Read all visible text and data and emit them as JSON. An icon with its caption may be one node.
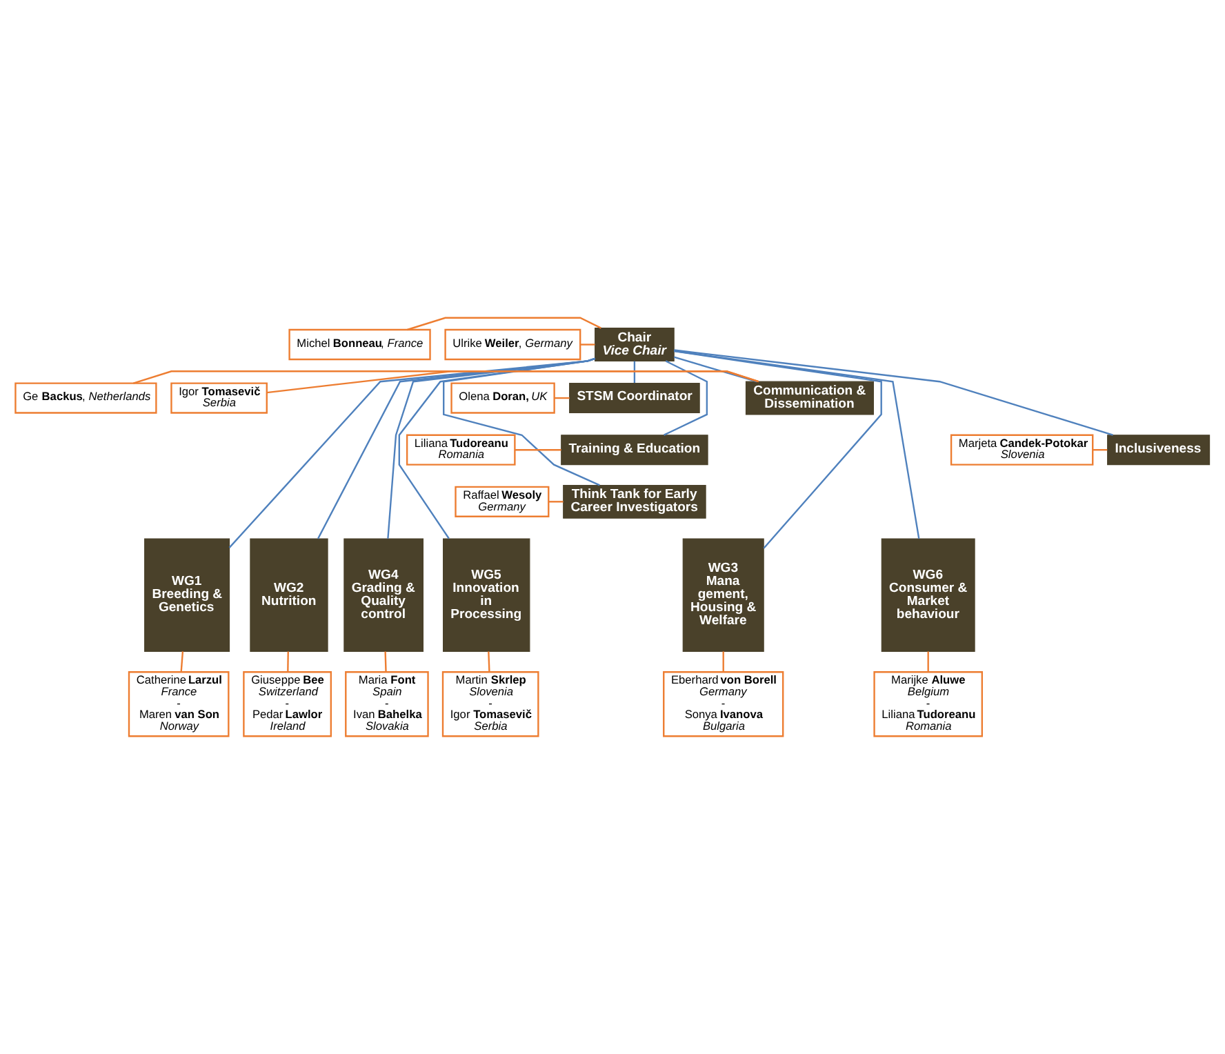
{
  "diagram": {
    "nodes": [
      {
        "text": [
          "Ulrike **Weiler**, *Germany*"
        ]
      },
      {
        "text": [
          "Chair",
          "*Vice Chair*"
        ]
      },
      {
        "text": [
          "Michel **Bonneau**, *France*"
        ]
      },
      {
        "text": [
          "Olena **Doran,** *UK*"
        ]
      },
      {
        "text": [
          "STSM Coordinator"
        ]
      },
      {
        "text": [
          "Ge **Backus**, *Netherlands*"
        ]
      },
      {
        "text": [
          "Communication & Dissemination"
        ]
      },
      {
        "text": [
          "Igor **Tomasevič**",
          "*Serbia*"
        ]
      },
      {
        "text": [
          "Liliana **Tudoreanu**",
          "*Romania*"
        ]
      },
      {
        "text": [
          "Training & Education"
        ]
      },
      {
        "text": [
          "Marjeta **Candek-Potokar**",
          "*Slovenia*"
        ]
      },
      {
        "text": [
          "Raffael **Wesoly**",
          "*Germany*"
        ]
      },
      {
        "text": [
          "Think Tank for Early Career Investigators"
        ]
      },
      {
        "text": [
          "Inclusiveness"
        ]
      },
      {
        "text": [
          "WG1",
          "Breeding & Genetics"
        ]
      },
      {
        "text": [
          "WG2",
          "Nutrition"
        ]
      },
      {
        "text": [
          "WG3",
          "Mana gement, Housing & Welfare"
        ]
      },
      {
        "text": [
          "WG4",
          "Grading & Quality control"
        ]
      },
      {
        "text": [
          "WG5",
          "Innovation in Processing"
        ]
      },
      {
        "text": [
          "WG6",
          "Consumer & Market behaviour"
        ]
      },
      {
        "text": [
          "Catherine **Larzul**",
          "*France*",
          "-",
          "Maren **van Son**",
          "*Norway*"
        ]
      },
      {
        "text": [
          "Giuseppe **Bee**",
          "*Switzerland*",
          "-",
          "Pedar **Lawlor**",
          "*Ireland*"
        ]
      },
      {
        "text": [
          "Eberhard **von Borell**",
          "*Germany*",
          "-",
          "Sonya **Ivanova**",
          "*Bulgaria*"
        ]
      },
      {
        "text": [
          "Maria **Font**",
          "*Spain*",
          "-",
          "Ivan **Bahelka**",
          "*Slovakia*"
        ]
      },
      {
        "text": [
          "Martin **Skrlep**",
          "*Slovenia*",
          "-",
          "Igor **Tomasevič**",
          "*Serbia*"
        ]
      },
      {
        "text": [
          "Marijke **Aluwe**",
          "*Belgium*",
          "-",
          "Liliana **Tudoreanu**",
          "*Romania*"
        ]
      }
    ],
    "edges": [
      {
        "from": 0,
        "to": 1,
        "arrow": "none"
      },
      {
        "from": 2,
        "to": 1,
        "arrow": "none"
      },
      {
        "from": 3,
        "to": 4,
        "arrow": "none"
      },
      {
        "from": 5,
        "to": 6,
        "arrow": "none"
      },
      {
        "from": 7,
        "to": 6,
        "arrow": "none"
      },
      {
        "from": 8,
        "to": 9,
        "arrow": "none"
      },
      {
        "from": 10,
        "to": 13,
        "arrow": "none"
      },
      {
        "from": 11,
        "to": 12,
        "arrow": "none"
      },
      {
        "from": 1,
        "to": 4,
        "arrow": "none",
        "color": "#4f81bd"
      },
      {
        "from": 1,
        "to": 6,
        "arrow": "none",
        "color": "#4f81bd"
      },
      {
        "from": 1,
        "to": 9,
        "arrow": "none",
        "color": "#4f81bd"
      },
      {
        "from": 1,
        "to": 12,
        "arrow": "none",
        "color": "#4f81bd"
      },
      {
        "from": 1,
        "to": 13,
        "arrow": "none",
        "color": "#4f81bd"
      },
      {
        "from": 1,
        "to": 14,
        "arrow": "none",
        "color": "#4f81bd"
      },
      {
        "from": 1,
        "to": 15,
        "arrow": "none",
        "color": "#4f81bd"
      },
      {
        "from": 1,
        "to": 16,
        "arrow": "none",
        "color": "#4f81bd"
      },
      {
        "from": 1,
        "to": 17,
        "arrow": "none",
        "color": "#4f81bd"
      },
      {
        "from": 1,
        "to": 18,
        "arrow": "none",
        "color": "#4f81bd"
      },
      {
        "from": 1,
        "to": 19,
        "arrow": "none",
        "color": "#4f81bd"
      },
      {
        "from": 14,
        "to": 20,
        "arrow": "none"
      },
      {
        "from": 15,
        "to": 21,
        "arrow": "none"
      },
      {
        "from": 16,
        "to": 22,
        "arrow": "none"
      },
      {
        "from": 17,
        "to": 23,
        "arrow": "none"
      },
      {
        "from": 18,
        "to": 24,
        "arrow": "none"
      },
      {
        "from": 19,
        "to": 25,
        "arrow": "none"
      }
    ]
  }
}
